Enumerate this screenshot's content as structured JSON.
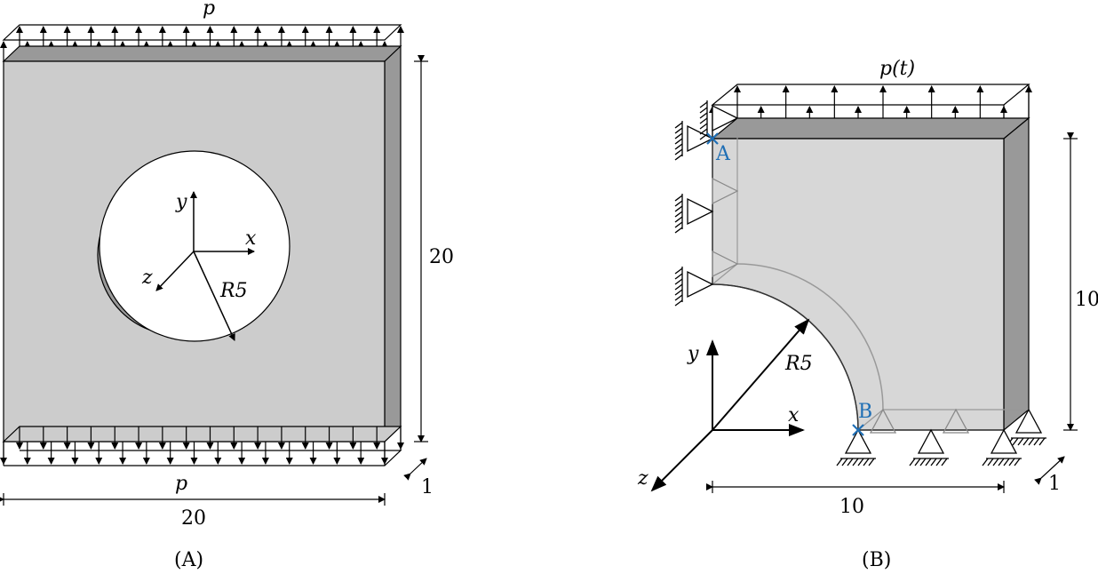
{
  "panel_a": {
    "caption": "(A)",
    "load_top": "p",
    "load_bottom": "p",
    "height_dim": "20",
    "width_dim": "20",
    "depth_dim": "1",
    "radius_label": "R5",
    "axis_x": "x",
    "axis_y": "y",
    "axis_z": "z"
  },
  "panel_b": {
    "caption": "(B)",
    "load_top": "p(t)",
    "height_dim": "10",
    "width_dim": "10",
    "depth_dim": "1",
    "radius_label": "R5",
    "axis_x": "x",
    "axis_y": "y",
    "axis_z": "z",
    "point_a": "A",
    "point_b": "B"
  },
  "colors": {
    "face": "#cccccc",
    "side": "#999999",
    "highlight": "#1f6fb5"
  }
}
